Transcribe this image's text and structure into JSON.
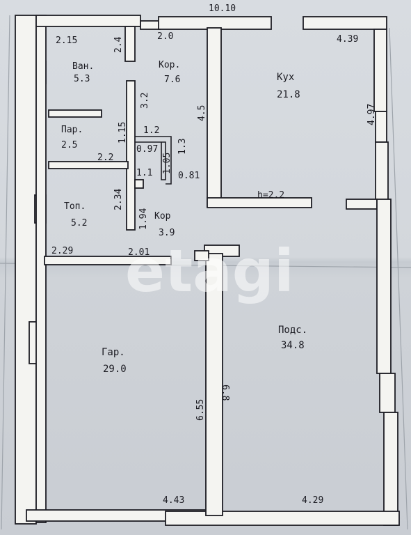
{
  "watermark": "etagi",
  "rooms": {
    "bathroom": {
      "name": "Ван.",
      "area": "5.3"
    },
    "corridor_top": {
      "name": "Кор.",
      "area": "7.6"
    },
    "kitchen": {
      "name": "Кух",
      "area": "21.8"
    },
    "steam_room": {
      "name": "Пар.",
      "area": "2.5"
    },
    "furnace": {
      "name": "Топ.",
      "area": "5.2"
    },
    "corridor_bottom": {
      "name": "Кор",
      "area": "3.9"
    },
    "garage": {
      "name": "Гар.",
      "area": "29.0"
    },
    "basement": {
      "name": "Подс.",
      "area": "34.8"
    }
  },
  "dimensions": {
    "total_top": "10.10",
    "bath_top": "2.15",
    "bath_side": "2.4",
    "corr_top": "2.0",
    "kitchen_top": "4.39",
    "corr_len": "3.2",
    "corr_right": "4.5",
    "kitchen_side": "4.97",
    "steam_h": "1.15",
    "step_w": "1.2",
    "step_a": "0.97",
    "step_b": "1.3",
    "steam_w": "2.2",
    "stair_a": "1.1",
    "stair_b": "1.05",
    "stair_c": "0.81",
    "ceiling_h": "h=2.2",
    "furnace_h": "2.34",
    "corr2_h": "1.94",
    "garage_top": "2.29",
    "garage_top_r": "2.01",
    "garage_side": "6.55",
    "basement_side": "6.8",
    "garage_bottom": "4.43",
    "basement_bottom": "4.29"
  }
}
